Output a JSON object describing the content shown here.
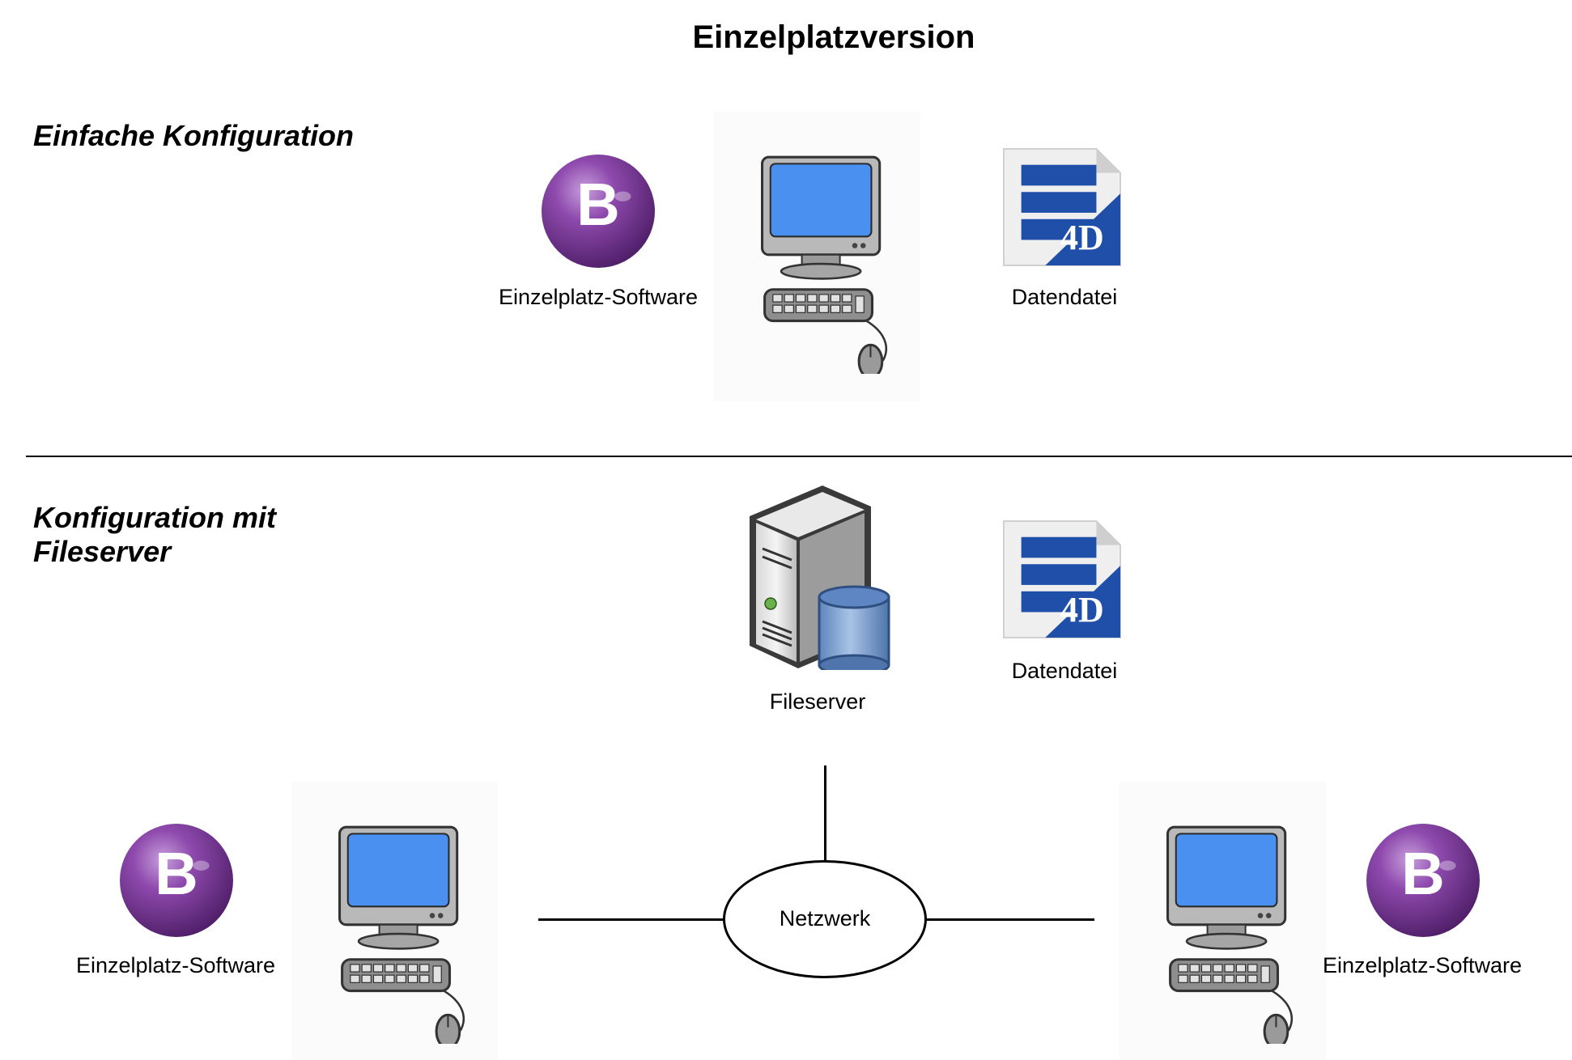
{
  "title": "Einzelplatzversion",
  "sections": {
    "simple": {
      "heading": "Einfache Konfiguration"
    },
    "fileserver": {
      "heading_line1": "Konfiguration mit",
      "heading_line2": "Fileserver"
    }
  },
  "labels": {
    "single_software_top": "Einzelplatz-Software",
    "datafile_top": "Datendatei",
    "fileserver": "Fileserver",
    "datafile_bottom": "Datendatei",
    "network": "Netzwerk",
    "single_software_left": "Einzelplatz-Software",
    "single_software_right": "Einzelplatz-Software"
  },
  "icons": {
    "b_letter": "B",
    "fourd_text": "4D"
  },
  "colors": {
    "b_sphere": "#7b3a96",
    "screen": "#4a90f0",
    "datafile_blue": "#1f4fa8"
  }
}
